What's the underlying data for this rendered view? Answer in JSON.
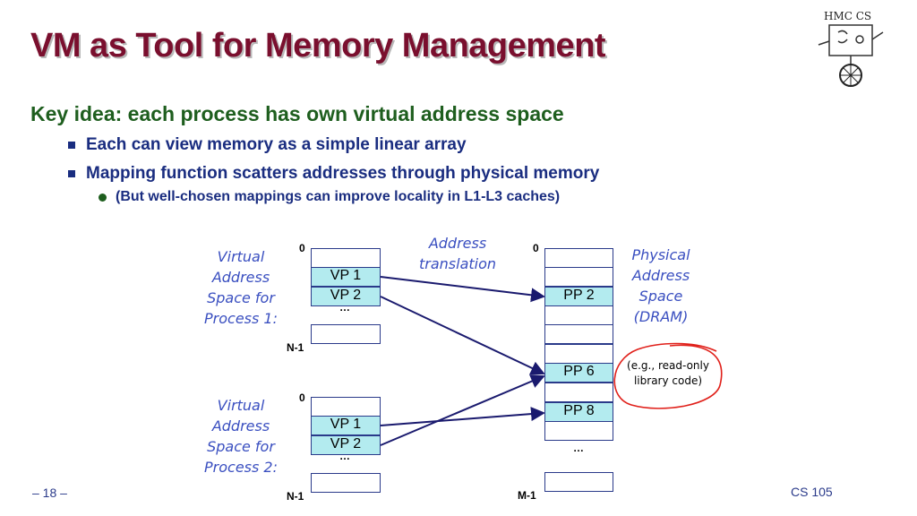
{
  "slide": {
    "title": "VM as Tool for Memory Management",
    "key_idea": "Key idea: each process has own virtual address space",
    "bullets": [
      "Each can view memory as a simple linear array",
      "Mapping function scatters addresses through physical memory"
    ],
    "sub_bullet": "(But well-chosen mappings can improve locality in L1-L3 caches)",
    "page_number": "– 18 –",
    "course": "CS 105"
  },
  "logo": {
    "text": "HMC CS"
  },
  "diagram": {
    "process1_label": [
      "Virtual",
      "Address",
      "Space for",
      "Process 1:"
    ],
    "process2_label": [
      "Virtual",
      "Address",
      "Space for",
      "Process 2:"
    ],
    "physical_label": [
      "Physical",
      "Address",
      "Space",
      "(DRAM)"
    ],
    "translation_label": [
      "Address",
      "translation"
    ],
    "zero": "0",
    "n_minus_1": "N-1",
    "m_minus_1": "M-1",
    "ellipsis": "…",
    "vp1": "VP 1",
    "vp2": "VP 2",
    "pp2": "PP 2",
    "pp6": "PP 6",
    "pp8": "PP 8",
    "note": [
      "(e.g., read-only",
      "library code)"
    ]
  },
  "colors": {
    "title": "#7a0f2e",
    "key_idea": "#1e5e1e",
    "bullets": "#1a2d80",
    "italic_labels": "#3a4fc0",
    "highlight_cell": "#b3ebef",
    "arrows": "#1a1a6e",
    "annotation_circle": "#e0201a"
  }
}
